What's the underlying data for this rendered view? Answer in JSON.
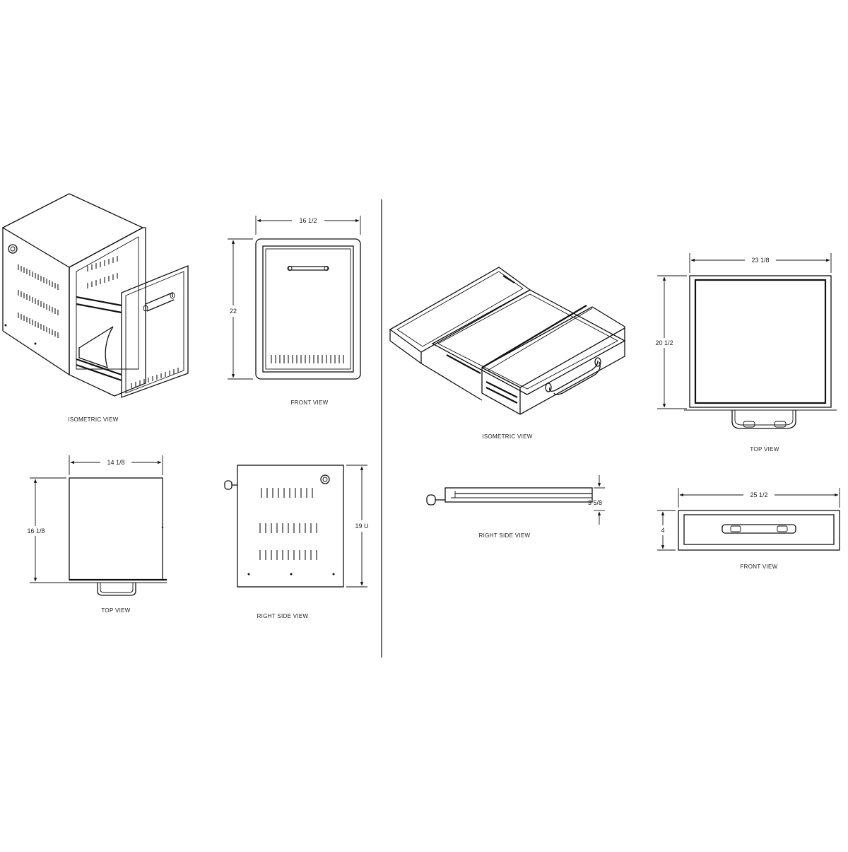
{
  "left_unit": {
    "isometric_label": "ISOMETRIC VIEW",
    "front": {
      "label": "FRONT VIEW",
      "width": "16 1/2",
      "height": "22"
    },
    "top": {
      "label": "TOP VIEW",
      "width": "14 1/8",
      "depth": "16 1/8"
    },
    "side": {
      "label": "RIGHT SIDE VIEW",
      "height": "19 U"
    }
  },
  "right_unit": {
    "isometric_label": "ISOMETRIC VIEW",
    "top": {
      "label": "TOP VIEW",
      "width": "23 1/8",
      "depth": "20 1/2"
    },
    "side": {
      "label": "RIGHT SIDE VIEW",
      "height": "3 5/8"
    },
    "front": {
      "label": "FRONT VIEW",
      "width": "25 1/2",
      "height": "4"
    }
  }
}
